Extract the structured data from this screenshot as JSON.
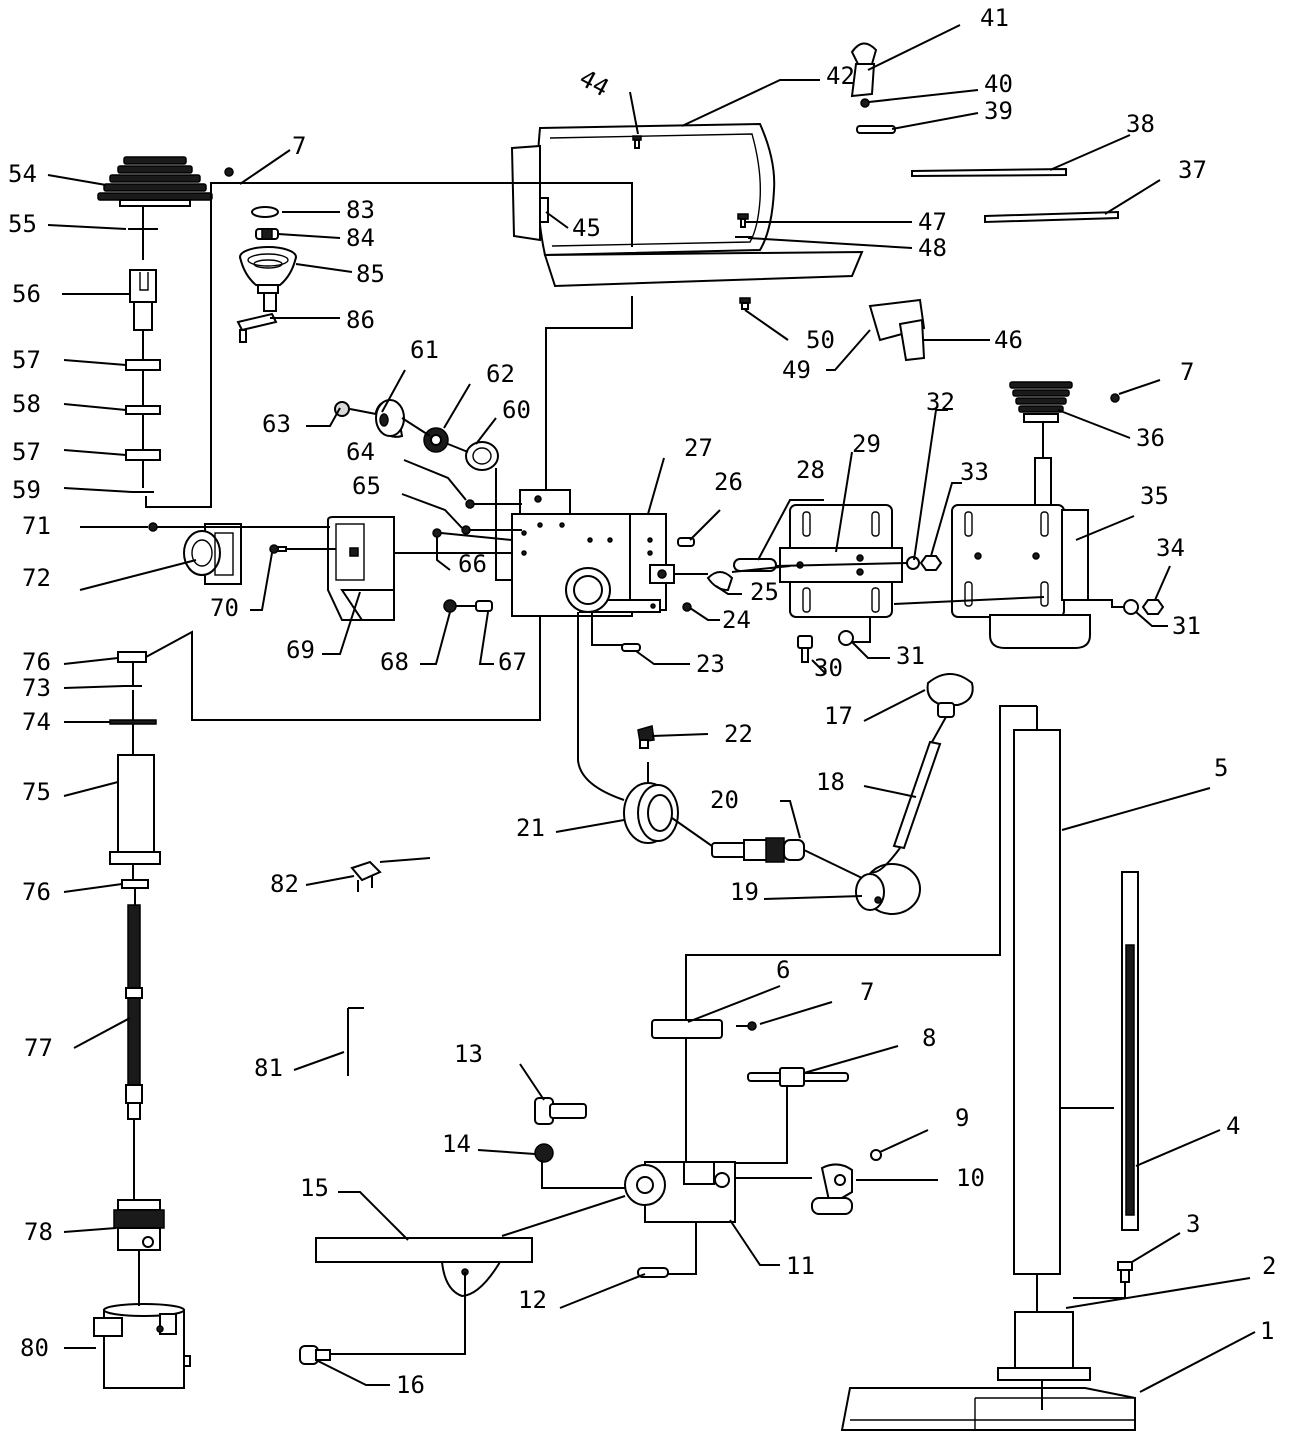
{
  "labels": [
    {
      "id": "p1",
      "text": "1"
    },
    {
      "id": "p2",
      "text": "2"
    },
    {
      "id": "p3",
      "text": "3"
    },
    {
      "id": "p4",
      "text": "4"
    },
    {
      "id": "p5",
      "text": "5"
    },
    {
      "id": "p6",
      "text": "6"
    },
    {
      "id": "p7a",
      "text": "7"
    },
    {
      "id": "p7b",
      "text": "7"
    },
    {
      "id": "p7c",
      "text": "7"
    },
    {
      "id": "p8",
      "text": "8"
    },
    {
      "id": "p9",
      "text": "9"
    },
    {
      "id": "p10",
      "text": "10"
    },
    {
      "id": "p11",
      "text": "11"
    },
    {
      "id": "p12",
      "text": "12"
    },
    {
      "id": "p13",
      "text": "13"
    },
    {
      "id": "p14",
      "text": "14"
    },
    {
      "id": "p15",
      "text": "15"
    },
    {
      "id": "p16",
      "text": "16"
    },
    {
      "id": "p17",
      "text": "17"
    },
    {
      "id": "p18",
      "text": "18"
    },
    {
      "id": "p19",
      "text": "19"
    },
    {
      "id": "p20",
      "text": "20"
    },
    {
      "id": "p21",
      "text": "21"
    },
    {
      "id": "p22",
      "text": "22"
    },
    {
      "id": "p23",
      "text": "23"
    },
    {
      "id": "p24",
      "text": "24"
    },
    {
      "id": "p25",
      "text": "25"
    },
    {
      "id": "p26",
      "text": "26"
    },
    {
      "id": "p27",
      "text": "27"
    },
    {
      "id": "p28",
      "text": "28"
    },
    {
      "id": "p29",
      "text": "29"
    },
    {
      "id": "p30",
      "text": "30"
    },
    {
      "id": "p31a",
      "text": "31"
    },
    {
      "id": "p31b",
      "text": "31"
    },
    {
      "id": "p32",
      "text": "32"
    },
    {
      "id": "p33",
      "text": "33"
    },
    {
      "id": "p34",
      "text": "34"
    },
    {
      "id": "p35",
      "text": "35"
    },
    {
      "id": "p36",
      "text": "36"
    },
    {
      "id": "p37",
      "text": "37"
    },
    {
      "id": "p38",
      "text": "38"
    },
    {
      "id": "p39",
      "text": "39"
    },
    {
      "id": "p40",
      "text": "40"
    },
    {
      "id": "p41",
      "text": "41"
    },
    {
      "id": "p42",
      "text": "42"
    },
    {
      "id": "p44",
      "text": "44"
    },
    {
      "id": "p45",
      "text": "45"
    },
    {
      "id": "p46",
      "text": "46"
    },
    {
      "id": "p47",
      "text": "47"
    },
    {
      "id": "p48",
      "text": "48"
    },
    {
      "id": "p49",
      "text": "49"
    },
    {
      "id": "p50",
      "text": "50"
    },
    {
      "id": "p54",
      "text": "54"
    },
    {
      "id": "p55",
      "text": "55"
    },
    {
      "id": "p56",
      "text": "56"
    },
    {
      "id": "p57a",
      "text": "57"
    },
    {
      "id": "p57b",
      "text": "57"
    },
    {
      "id": "p58",
      "text": "58"
    },
    {
      "id": "p59",
      "text": "59"
    },
    {
      "id": "p60",
      "text": "60"
    },
    {
      "id": "p61",
      "text": "61"
    },
    {
      "id": "p62",
      "text": "62"
    },
    {
      "id": "p63",
      "text": "63"
    },
    {
      "id": "p64",
      "text": "64"
    },
    {
      "id": "p65",
      "text": "65"
    },
    {
      "id": "p66",
      "text": "66"
    },
    {
      "id": "p67",
      "text": "67"
    },
    {
      "id": "p68",
      "text": "68"
    },
    {
      "id": "p69",
      "text": "69"
    },
    {
      "id": "p70",
      "text": "70"
    },
    {
      "id": "p71",
      "text": "71"
    },
    {
      "id": "p72",
      "text": "72"
    },
    {
      "id": "p73",
      "text": "73"
    },
    {
      "id": "p74",
      "text": "74"
    },
    {
      "id": "p75",
      "text": "75"
    },
    {
      "id": "p76a",
      "text": "76"
    },
    {
      "id": "p76b",
      "text": "76"
    },
    {
      "id": "p77",
      "text": "77"
    },
    {
      "id": "p78",
      "text": "78"
    },
    {
      "id": "p80",
      "text": "80"
    },
    {
      "id": "p81",
      "text": "81"
    },
    {
      "id": "p82",
      "text": "82"
    },
    {
      "id": "p83",
      "text": "83"
    },
    {
      "id": "p84",
      "text": "84"
    },
    {
      "id": "p85",
      "text": "85"
    },
    {
      "id": "p86",
      "text": "86"
    }
  ]
}
